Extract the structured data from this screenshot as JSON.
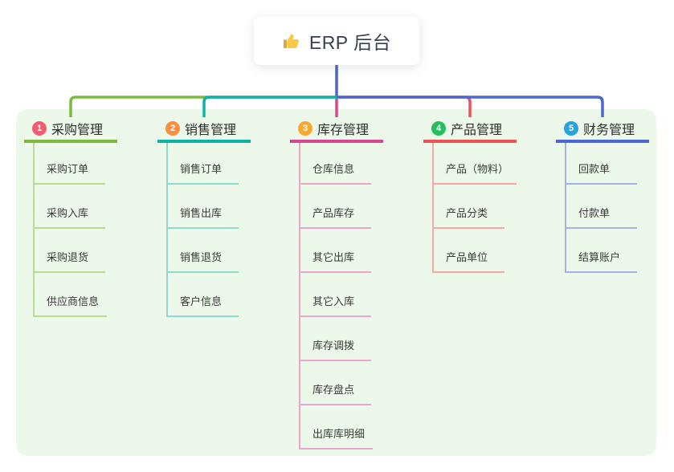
{
  "root": {
    "label": "ERP 后台",
    "icon_name": "thumbs-up"
  },
  "branches": [
    {
      "badge": "1",
      "label": "采购管理",
      "badge_color": "#f25e71",
      "line_color": "#7cbb3f",
      "light_color": "#b9dc92",
      "items": [
        "采购订单",
        "采购入库",
        "采购退货",
        "供应商信息"
      ]
    },
    {
      "badge": "2",
      "label": "销售管理",
      "badge_color": "#f78f3d",
      "line_color": "#0db4a4",
      "light_color": "#8edacd",
      "items": [
        "销售订单",
        "销售出库",
        "销售退货",
        "客户信息"
      ]
    },
    {
      "badge": "3",
      "label": "库存管理",
      "badge_color": "#f9a92d",
      "line_color": "#d9478f",
      "light_color": "#eda6cb",
      "items": [
        "仓库信息",
        "产品库存",
        "其它出库",
        "其它入库",
        "库存调拨",
        "库存盘点",
        "出库库明细"
      ]
    },
    {
      "badge": "4",
      "label": "产品管理",
      "badge_color": "#28bd5e",
      "line_color": "#f05353",
      "light_color": "#f6a8a4",
      "items": [
        "产品（物料）",
        "产品分类",
        "产品单位"
      ]
    },
    {
      "badge": "5",
      "label": "财务管理",
      "badge_color": "#29a3dc",
      "line_color": "#4a67d3",
      "light_color": "#a4b3e6",
      "items": [
        "回款单",
        "付款单",
        "结算账户"
      ]
    }
  ],
  "colors": {
    "root_line": "#4a67d3",
    "panel_bg": "#ecf8e9",
    "canvas_bg": "#ffffff",
    "heading_text": "#2e2e2e",
    "item_text": "#3b3b3b",
    "root_text": "#36404e",
    "thumb_main": "#f7ca4a",
    "thumb_cuff": "#e8a33d"
  }
}
